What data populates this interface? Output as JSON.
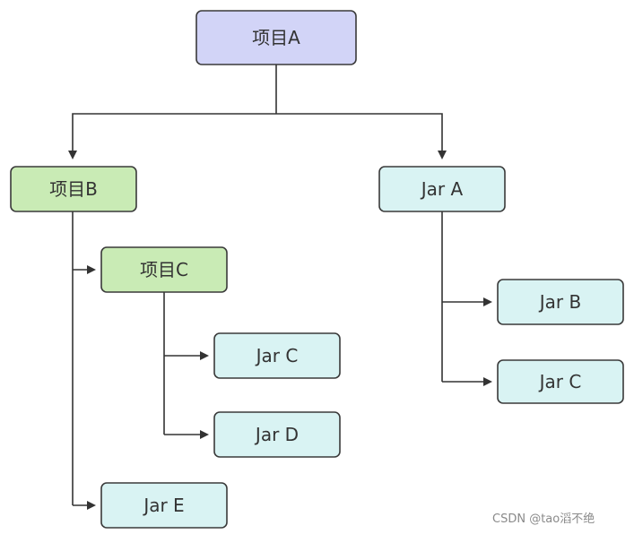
{
  "colors": {
    "project_root": "#d2d4f7",
    "project": "#c9ebb5",
    "jar": "#d9f3f3",
    "stroke": "#3a3a3a",
    "line": "#333333"
  },
  "nodes": {
    "project_a": {
      "label": "项目A",
      "kind": "project_root"
    },
    "project_b": {
      "label": "项目B",
      "kind": "project"
    },
    "project_c": {
      "label": "项目C",
      "kind": "project"
    },
    "jar_a": {
      "label": "Jar A",
      "kind": "jar"
    },
    "jar_b": {
      "label": "Jar B",
      "kind": "jar"
    },
    "jar_c_right": {
      "label": "Jar C",
      "kind": "jar"
    },
    "jar_c_left": {
      "label": "Jar C",
      "kind": "jar"
    },
    "jar_d": {
      "label": "Jar D",
      "kind": "jar"
    },
    "jar_e": {
      "label": "Jar E",
      "kind": "jar"
    }
  },
  "edges": [
    {
      "from": "project_a",
      "to": "project_b"
    },
    {
      "from": "project_a",
      "to": "jar_a"
    },
    {
      "from": "project_b",
      "to": "project_c"
    },
    {
      "from": "project_b",
      "to": "jar_e"
    },
    {
      "from": "project_c",
      "to": "jar_c_left"
    },
    {
      "from": "project_c",
      "to": "jar_d"
    },
    {
      "from": "jar_a",
      "to": "jar_b"
    },
    {
      "from": "jar_a",
      "to": "jar_c_right"
    }
  ],
  "watermark": "CSDN @tao滔不绝"
}
